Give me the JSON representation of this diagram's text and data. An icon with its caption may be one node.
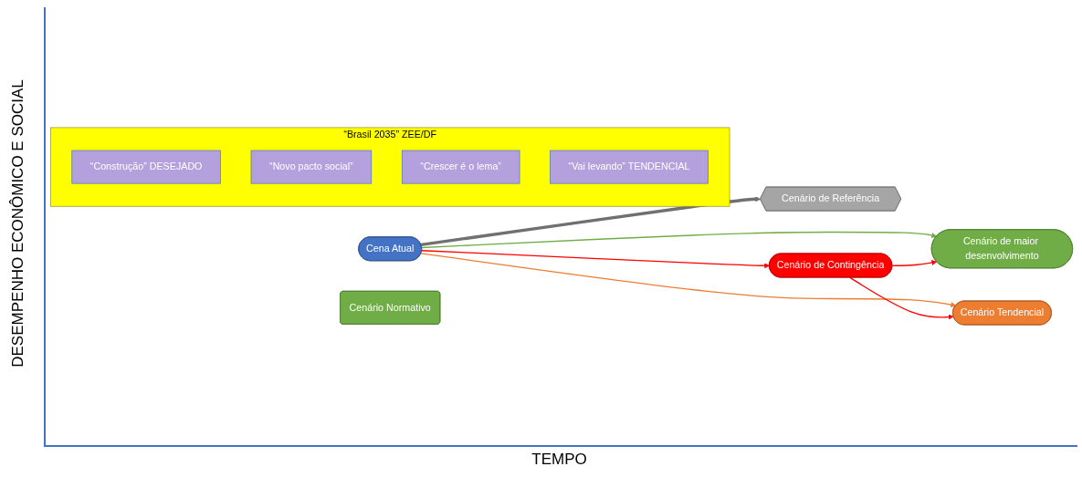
{
  "diagram": {
    "nodes": [
      {
        "text": [
          "Cena Atual"
        ]
      },
      {
        "text": [
          "Cenário de maior desenvolvimento"
        ]
      },
      {
        "text": [
          "Cenário de Referência"
        ]
      },
      {
        "text": [
          "Cenário Tendencial"
        ]
      },
      {
        "text": [
          "Cenário de Contingência"
        ]
      },
      {
        "text": [
          "Cenário Normativo"
        ]
      },
      {
        "text": [
          "“Brasil 2035” ZEE/DF"
        ]
      },
      {
        "text": [
          "“Construção” DESEJADO"
        ],
        "in": 6
      },
      {
        "text": [
          "“Novo pacto social”"
        ],
        "in": 6
      },
      {
        "text": [
          "“Crescer é o lema”"
        ],
        "in": 6
      },
      {
        "text": [
          "“Vai levando” TENDENCIAL"
        ],
        "in": 6
      }
    ],
    "edges": [
      {
        "from": 0,
        "to": 1,
        "arrow": "to",
        "color": "#70ad47"
      },
      {
        "from": 0,
        "to": 2,
        "arrow": "to",
        "style": "thick",
        "color": "#707070"
      },
      {
        "from": 0,
        "to": 3,
        "arrow": "to",
        "color": "#ed7d31"
      },
      {
        "from": 0,
        "to": 4,
        "arrow": "to",
        "color": "#ff0000"
      },
      {
        "from": 4,
        "to": 1,
        "arrow": "to",
        "color": "#ff0000"
      },
      {
        "from": 4,
        "to": 3,
        "arrow": "to",
        "color": "#ff0000"
      }
    ],
    "labels": [
      "DESEMPENHO ECONÔMICO E SOCIAL",
      "TEMPO"
    ]
  }
}
